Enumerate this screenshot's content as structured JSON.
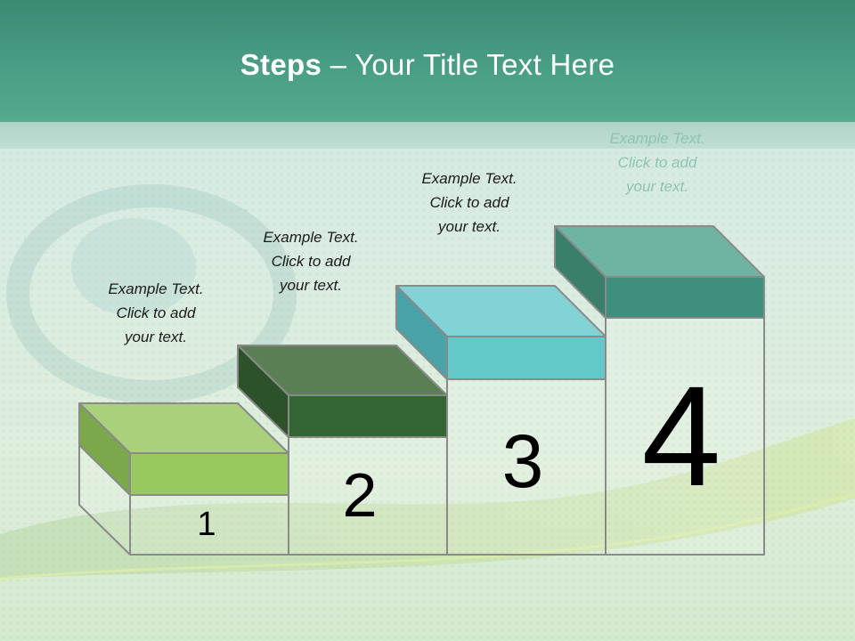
{
  "title": {
    "bold": "Steps",
    "rest": " – Your Title Text Here"
  },
  "steps": [
    {
      "number": "1",
      "line1": "Example Text.",
      "line2": "Click  to add",
      "line3": "your text.",
      "top_color": "#a9d07a",
      "front_color": "#97c95e",
      "side_color": "#7aa84a"
    },
    {
      "number": "2",
      "line1": "Example Text.",
      "line2": "Click  to add",
      "line3": "your text.",
      "top_color": "#5b7f55",
      "front_color": "#336633",
      "side_color": "#2b5228"
    },
    {
      "number": "3",
      "line1": "Example Text.",
      "line2": "Click  to add",
      "line3": "your text.",
      "top_color": "#82d3d6",
      "front_color": "#62c8c8",
      "side_color": "#4aa3a8"
    },
    {
      "number": "4",
      "line1": "Example Text.",
      "line2": "Click  to add",
      "line3": "your text.",
      "top_color": "#6fb4a3",
      "front_color": "#3e8f7b",
      "side_color": "#3a7f6c"
    }
  ],
  "colors": {
    "header": "#4a9f87",
    "outline": "#8a8a8a"
  }
}
